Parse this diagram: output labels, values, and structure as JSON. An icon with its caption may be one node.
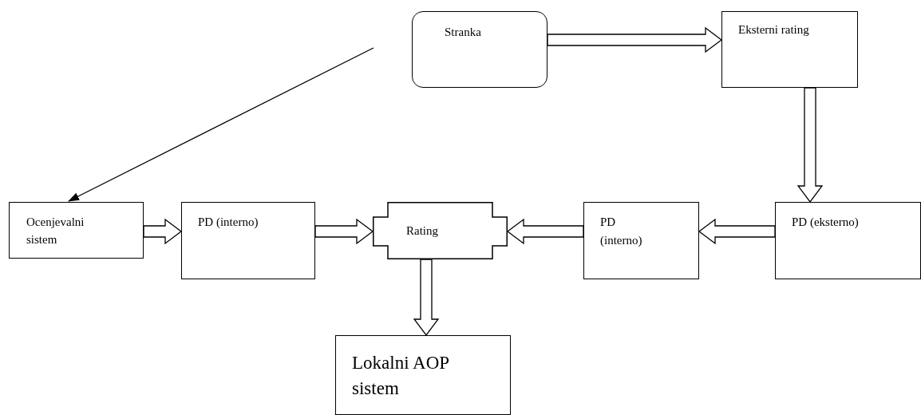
{
  "diagram": {
    "nodes": [
      {
        "text": [
          "Stranka"
        ]
      },
      {
        "text": [
          "Eksterni rating"
        ]
      },
      {
        "text": [
          "Ocenjevalni sistem"
        ]
      },
      {
        "text": [
          "PD (interno)"
        ]
      },
      {
        "text": [
          "Rating"
        ]
      },
      {
        "text": [
          "PD (interno)"
        ]
      },
      {
        "text": [
          "PD (eksterno)"
        ]
      },
      {
        "text": [
          "Lokalni AOP sistem"
        ]
      }
    ],
    "edges": [
      {
        "from": null,
        "to": 2,
        "arrow": "to"
      },
      {
        "from": 0,
        "to": 1,
        "arrow": "to"
      },
      {
        "from": 1,
        "to": 6,
        "arrow": "to"
      },
      {
        "from": 2,
        "to": 3,
        "arrow": "to"
      },
      {
        "from": 3,
        "to": 4,
        "arrow": "to"
      },
      {
        "from": 5,
        "to": 4,
        "arrow": "to"
      },
      {
        "from": 6,
        "to": 5,
        "arrow": "to"
      },
      {
        "from": 4,
        "to": 7,
        "arrow": "to"
      }
    ]
  }
}
